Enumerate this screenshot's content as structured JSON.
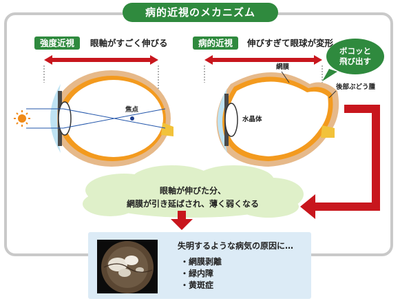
{
  "title": "病的近視のメカニズム",
  "left_panel": {
    "tag": "強度近視",
    "caption": "眼軸がすごく伸びる",
    "focus_label": "焦点"
  },
  "right_panel": {
    "tag": "病的近視",
    "caption": "伸びすぎて眼球が変形",
    "retina_label": "網膜",
    "lens_label": "水晶体",
    "staphyloma_label": "後部ぶどう腫",
    "bubble_line1": "ボコッと",
    "bubble_line2": "飛び出す"
  },
  "cloud": {
    "line1": "眼軸が伸びた分、",
    "line2": "網膜が引き延ばされ、薄く弱くなる"
  },
  "result": {
    "heading": "失明するような病気の原因に…",
    "diseases": [
      "・網膜剥離",
      "・緑内障",
      "・黄斑症"
    ]
  },
  "colors": {
    "title_green": "#2f8a3e",
    "arrow_red": "#c8161d",
    "sclera_tan": "#e6b98a",
    "retina_orange": "#f39a1e",
    "cornea_blue": "#bfe3f3",
    "cloud_green": "#dff0c9",
    "result_blue": "#dcebf6"
  }
}
